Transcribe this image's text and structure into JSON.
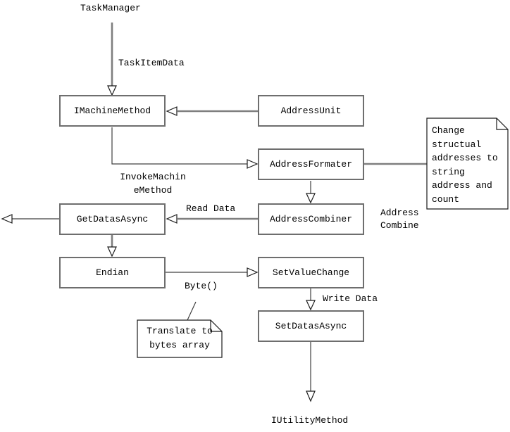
{
  "diagram": {
    "nodes": {
      "imachine_method": "IMachineMethod",
      "address_unit": "AddressUnit",
      "address_formater": "AddressFormater",
      "address_combiner": "AddressCombiner",
      "get_datas_async": "GetDatasAsync",
      "endian": "Endian",
      "set_value_change": "SetValueChange",
      "set_datas_async": "SetDatasAsync"
    },
    "labels": {
      "task_manager": "TaskManager",
      "task_item_data": "TaskItemData",
      "invoke_machine_method": "InvokeMachineMethod",
      "read_data": "Read Data",
      "address_combine": "Address Combine",
      "byte": "Byte()",
      "write_data": "Write Data",
      "iutility_method": "IUtilityMethod"
    },
    "notes": {
      "change_structural": "Change structual addresses to string address and count",
      "translate_bytes": "Translate to bytes array"
    },
    "colors": {
      "thick_line": "#7f7f7f",
      "thin_line": "#404040",
      "box_border": "#6e6e6e"
    }
  }
}
